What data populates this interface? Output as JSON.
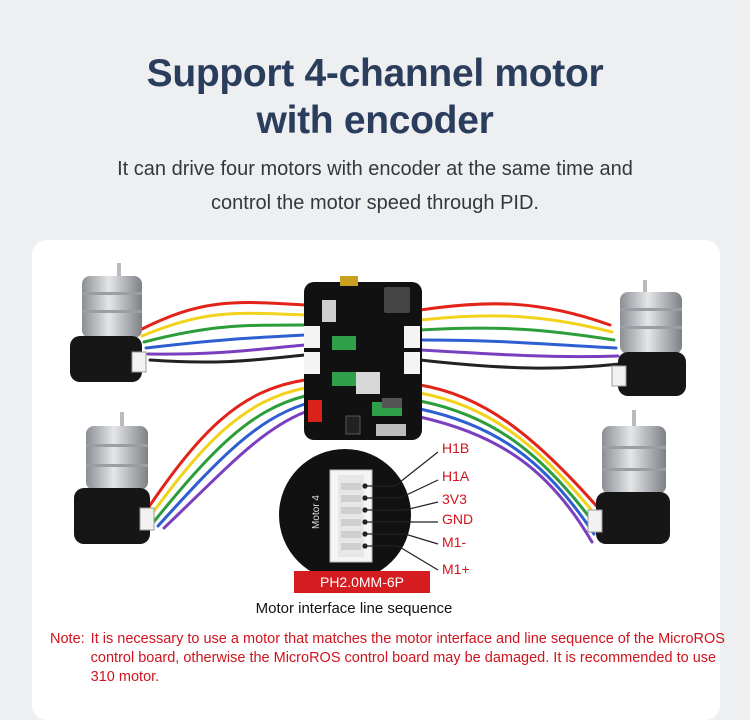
{
  "header": {
    "title_line1": "Support 4-channel motor",
    "title_line2": "with encoder",
    "subtitle_line1": "It can drive four motors with encoder at the same time and",
    "subtitle_line2": "control the motor speed through PID."
  },
  "connector": {
    "board_label": "Motor 4",
    "pins": [
      "H1B",
      "H1A",
      "3V3",
      "GND",
      "M1-",
      "M1+"
    ],
    "part_number": "PH2.0MM-6P",
    "caption": "Motor interface line sequence"
  },
  "note": {
    "prefix": "Note:",
    "text": "It is necessary to use a motor that matches the motor interface and line sequence of the MicroROS control board, otherwise the MicroROS control board may be damaged. It is recommended to use 310 motor."
  },
  "colors": {
    "title": "#2b3d5c",
    "accent_red": "#d0141e",
    "background": "#eeeff1"
  }
}
